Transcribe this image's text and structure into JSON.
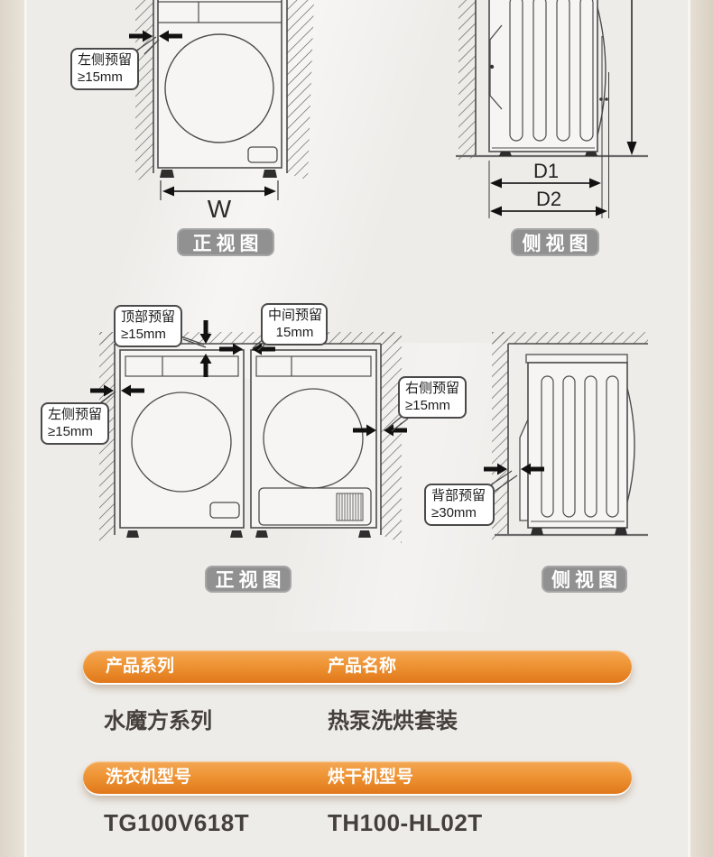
{
  "colors": {
    "page_bg": "#eeece9",
    "side_strip_left": "#e2dace",
    "side_strip_right": "#ddd4c7",
    "accent_orange_top": "#f4a754",
    "accent_orange_bottom": "#e1781b",
    "badge_gray": "#919191",
    "line_dark": "#4d4d4d",
    "value_text": "#45403b"
  },
  "views": {
    "top_front": {
      "badge": "正视图",
      "callout_left": [
        "左侧预留",
        "≥15mm"
      ],
      "width_label": "W"
    },
    "top_side": {
      "badge": "侧视图",
      "dim1": "D1",
      "dim2": "D2"
    },
    "mid_front": {
      "badge": "正视图",
      "callout_top": [
        "顶部预留",
        "≥15mm"
      ],
      "callout_middle": [
        "中间预留",
        "15mm"
      ],
      "callout_left": [
        "左侧预留",
        "≥15mm"
      ],
      "callout_right": [
        "右侧预留",
        "≥15mm"
      ]
    },
    "mid_side": {
      "badge": "侧视图",
      "callout_back": [
        "背部预留",
        "≥30mm"
      ]
    }
  },
  "spec_table": {
    "rows": [
      {
        "headers": [
          "产品系列",
          "产品名称"
        ],
        "values": [
          "水魔方系列",
          "热泵洗烘套装"
        ]
      },
      {
        "headers": [
          "洗衣机型号",
          "烘干机型号"
        ],
        "values": [
          "TG100V618T",
          "TH100-HL02T"
        ]
      }
    ]
  }
}
